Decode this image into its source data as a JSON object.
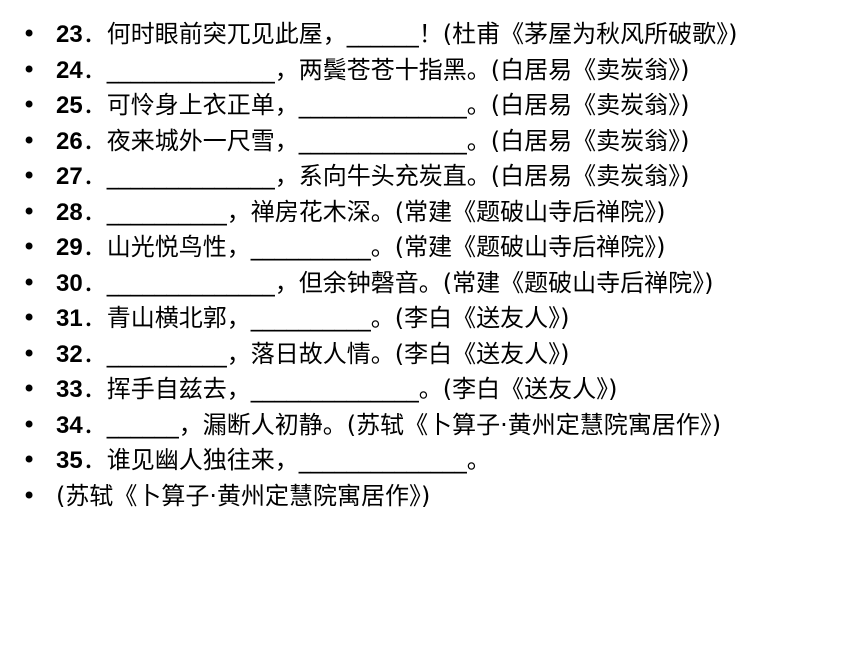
{
  "bullet_symbol": "•",
  "items": [
    {
      "num": "23",
      "text": "．何时眼前突兀见此屋，______！(杜甫《茅屋为秋风所破歌》)"
    },
    {
      "num": "24",
      "text": "．______________，两鬓苍苍十指黑。(白居易《卖炭翁》)"
    },
    {
      "num": "25",
      "text": "．可怜身上衣正单，______________。(白居易《卖炭翁》)"
    },
    {
      "num": "26",
      "text": "．夜来城外一尺雪，______________。(白居易《卖炭翁》)"
    },
    {
      "num": "27",
      "text": "．______________，系向牛头充炭直。(白居易《卖炭翁》)"
    },
    {
      "num": "28",
      "text": "．__________，禅房花木深。(常建《题破山寺后禅院》)"
    },
    {
      "num": "29",
      "text": "．山光悦鸟性，__________。(常建《题破山寺后禅院》)"
    },
    {
      "num": "30",
      "text": "．______________，但余钟磬音。(常建《题破山寺后禅院》)"
    },
    {
      "num": "31",
      "text": "．青山横北郭，__________。(李白《送友人》)"
    },
    {
      "num": "32",
      "text": "．__________，落日故人情。(李白《送友人》)"
    },
    {
      "num": "33",
      "text": "．挥手自兹去，______________。(李白《送友人》)"
    },
    {
      "num": "34",
      "text": "．______，漏断人初静。(苏轼《卜算子·黄州定慧院寓居作》)"
    },
    {
      "num": "35",
      "text": "．谁见幽人独往来，______________。"
    },
    {
      "num": "",
      "text": "(苏轼《卜算子·黄州定慧院寓居作》)"
    }
  ]
}
